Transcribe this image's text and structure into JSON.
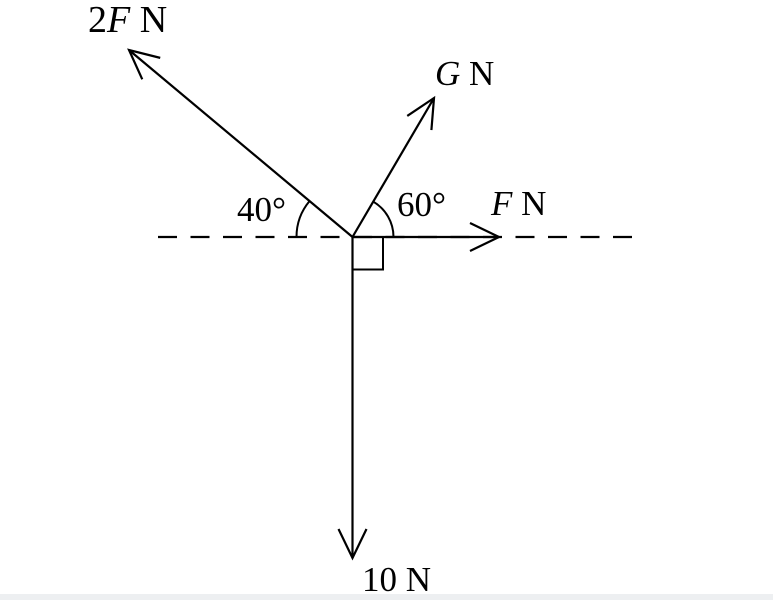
{
  "colors": {
    "background": "#ffffff",
    "line": "#000000",
    "footer_strip": "#edeff1"
  },
  "diagram": {
    "type": "force-vector-diagram",
    "labels": {
      "force_2f": {
        "prefix": "2",
        "symbol": "F",
        "unit": " N"
      },
      "force_g": {
        "prefix": "",
        "symbol": "G",
        "unit": " N"
      },
      "force_f": {
        "prefix": "",
        "symbol": "F",
        "unit": " N"
      },
      "force_10": {
        "text": "10 N"
      },
      "angle_40": "40°",
      "angle_60": "60°"
    },
    "angles": {
      "left_from_baseline_deg": 40,
      "right_from_baseline_deg": 60,
      "right_angle_mark_between": "F-arrow and 10 N arrow"
    },
    "vectors": [
      {
        "name": "2F",
        "direction_deg_from_positive_x": 140
      },
      {
        "name": "G",
        "direction_deg_from_positive_x": 60
      },
      {
        "name": "F",
        "direction_deg_from_positive_x": 0
      },
      {
        "name": "10",
        "direction_deg_from_positive_x": 270
      }
    ]
  }
}
